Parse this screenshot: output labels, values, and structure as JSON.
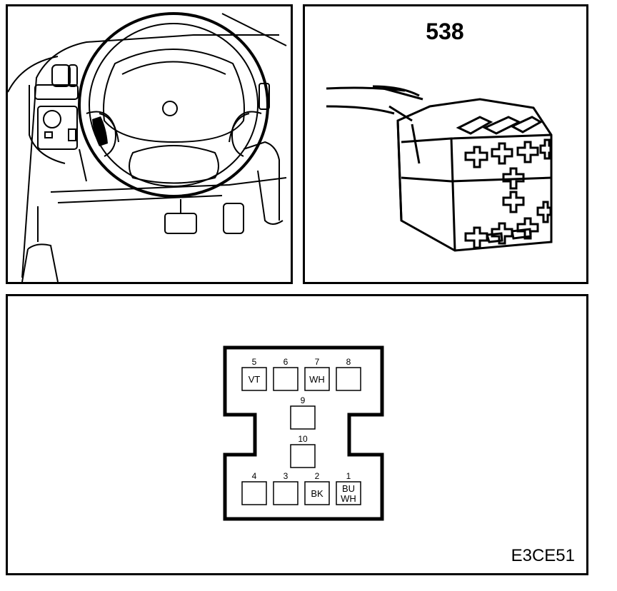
{
  "connector": {
    "number": "538"
  },
  "figure_code": "E3CE51",
  "pins": [
    {
      "num": "5",
      "wire": "VT"
    },
    {
      "num": "6",
      "wire": ""
    },
    {
      "num": "7",
      "wire": "WH"
    },
    {
      "num": "8",
      "wire": ""
    },
    {
      "num": "9",
      "wire": ""
    },
    {
      "num": "10",
      "wire": ""
    },
    {
      "num": "4",
      "wire": ""
    },
    {
      "num": "3",
      "wire": ""
    },
    {
      "num": "2",
      "wire": "BK"
    },
    {
      "num": "1",
      "wire": "BU",
      "wire2": "WH"
    }
  ]
}
